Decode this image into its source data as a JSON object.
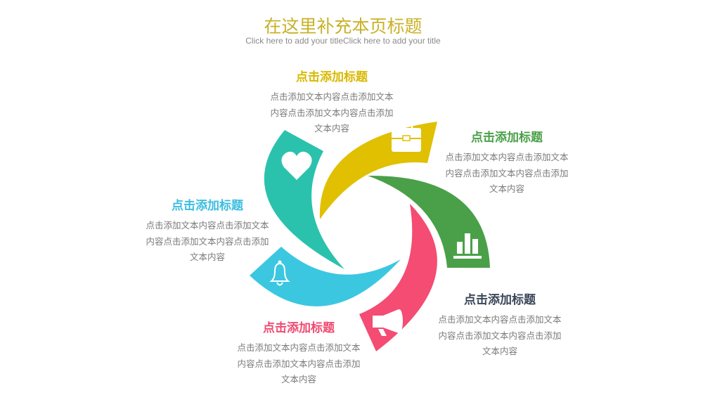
{
  "header": {
    "title": "在这里补充本页标题",
    "subtitle": "Click here to add your titleClick here to add your title"
  },
  "items": [
    {
      "title": "点击添加标题",
      "lines": [
        "点击添加文本内容点击添加文本",
        "内容点击添加文本内容点击添加",
        "文本内容"
      ],
      "color": "#e0c000",
      "icon": "briefcase-icon"
    },
    {
      "title": "点击添加标题",
      "lines": [
        "点击添加文本内容点击添加文本",
        "内容点击添加文本内容点击添加",
        "文本内容"
      ],
      "color": "#4aa048",
      "icon": "bar-chart-icon"
    },
    {
      "title": "点击添加标题",
      "lines": [
        "点击添加文本内容点击添加文本",
        "内容点击添加文本内容点击添加",
        "文本内容"
      ],
      "color": "#f44c72",
      "icon": "megaphone-icon"
    },
    {
      "title": "点击添加标题",
      "lines": [
        "点击添加文本内容点击添加文本",
        "内容点击添加文本内容点击添加",
        "文本内容"
      ],
      "color": "#3cc7e0",
      "icon": "bell-icon"
    },
    {
      "title": "点击添加标题",
      "lines": [
        "点击添加文本内容点击添加文本",
        "内容点击添加文本内容点击添加",
        "文本内容"
      ],
      "color": "#2bc2ad",
      "icon": "heart-icon"
    }
  ]
}
